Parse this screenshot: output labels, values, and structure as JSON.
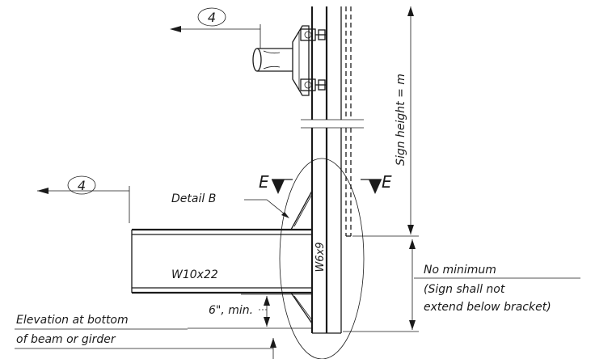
{
  "labels": {
    "callout_top": "4",
    "callout_left": "4",
    "section_left": "E",
    "section_right": "E",
    "detail": "Detail B",
    "beam": "W10x22",
    "post": "W6x9",
    "sign_height": "Sign height = m",
    "six_min": "6\", min.",
    "elev_line1": "Elevation at bottom",
    "elev_line2": "of beam or girder",
    "no_min_line1": "No minimum",
    "no_min_line2": "(Sign shall not",
    "no_min_line3": "extend below bracket)"
  }
}
